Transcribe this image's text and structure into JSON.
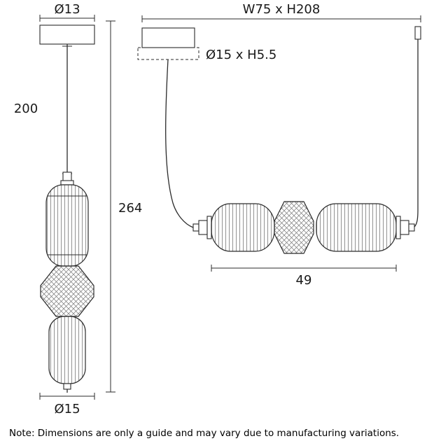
{
  "diagram": {
    "left_figure": {
      "canopy_diameter": "Ø13",
      "suspension_length": "200",
      "overall_height": "264",
      "shade_diameter": "Ø15"
    },
    "right_figure": {
      "overall_size": "W75 x H208",
      "canopy_size": "Ø15 x H5.5",
      "shade_length": "49"
    },
    "note": "Note: Dimensions are only a guide and may vary due to manufacturing variations."
  }
}
